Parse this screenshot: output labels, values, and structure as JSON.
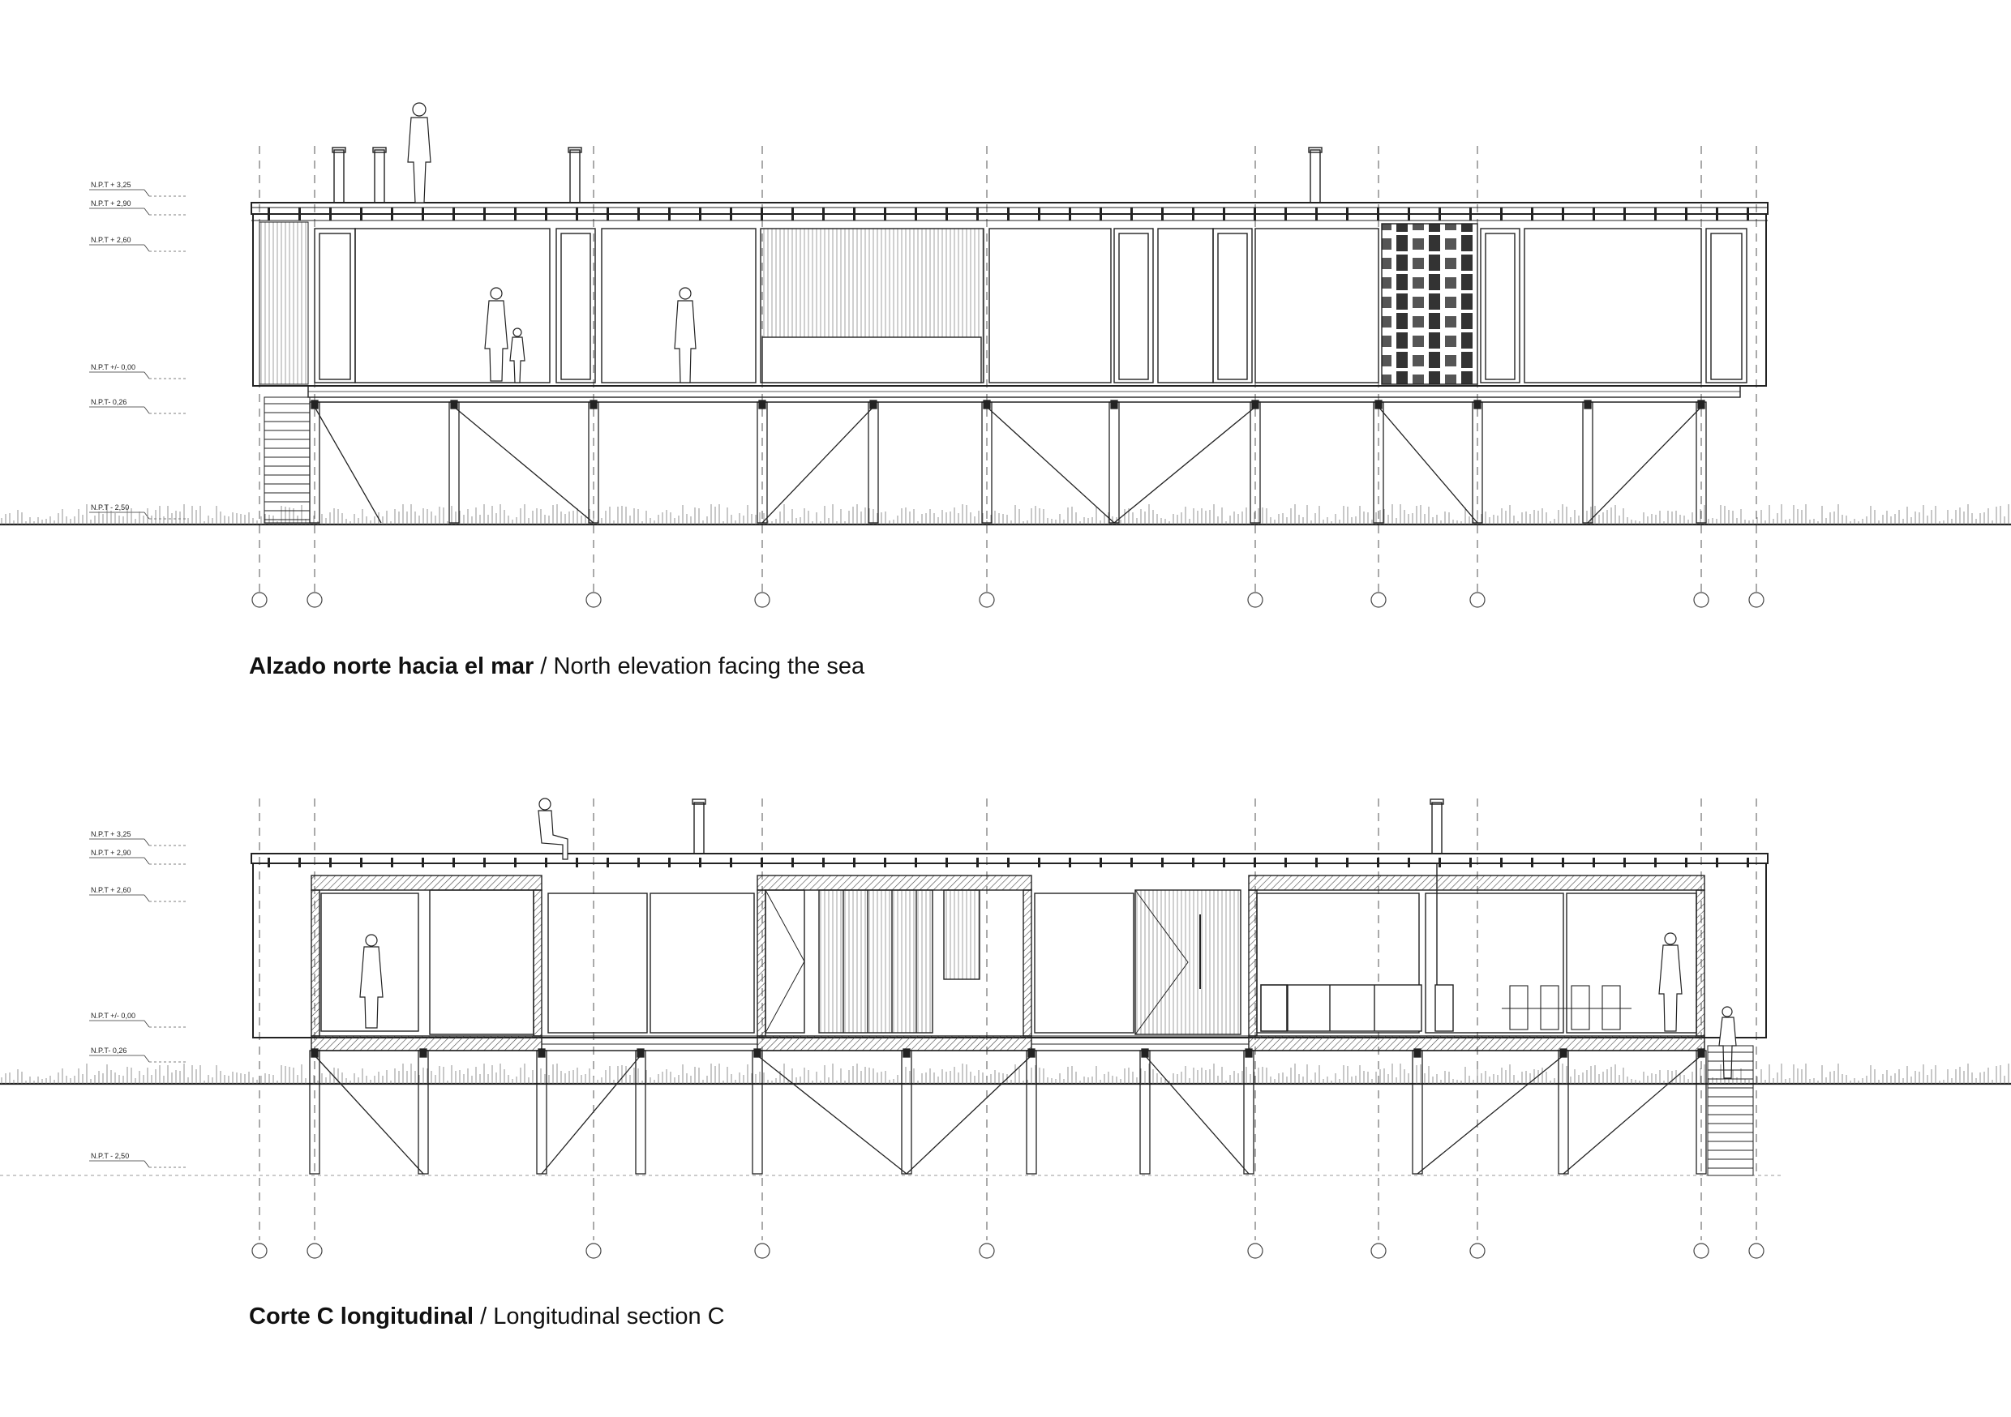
{
  "drawings": [
    {
      "id": "north-elevation",
      "title_es": "Alzado norte hacia el mar",
      "separator": " / ",
      "title_en": "North elevation facing the sea",
      "levels": [
        "N.P.T + 3,25",
        "N.P.T + 2,90",
        "N.P.T + 2,60",
        "N.P.T +/- 0,00",
        "N.P.T- 0,26",
        "N.P.T - 2,50"
      ]
    },
    {
      "id": "longitudinal-section",
      "title_es": "Corte C longitudinal",
      "separator": " / ",
      "title_en": "Longitudinal section C",
      "levels": [
        "N.P.T + 3,25",
        "N.P.T + 2,90",
        "N.P.T + 2,60",
        "N.P.T +/- 0,00",
        "N.P.T- 0,26",
        "N.P.T - 2,50"
      ]
    }
  ],
  "colors": {
    "line": "#222222",
    "hatch": "#555555",
    "background": "#ffffff"
  }
}
